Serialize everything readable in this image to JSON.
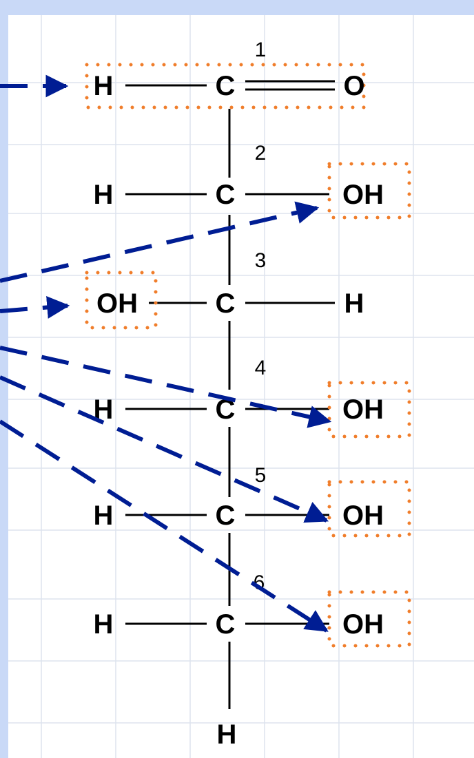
{
  "carbons": [
    {
      "number": "1",
      "left": "H",
      "center": "C",
      "right": "O",
      "double_bond": true
    },
    {
      "number": "2",
      "left": "H",
      "center": "C",
      "right": "OH"
    },
    {
      "number": "3",
      "left": "OH",
      "center": "C",
      "right": "H"
    },
    {
      "number": "4",
      "left": "H",
      "center": "C",
      "right": "OH"
    },
    {
      "number": "5",
      "left": "H",
      "center": "C",
      "right": "OH"
    },
    {
      "number": "6",
      "left": "H",
      "center": "C",
      "right": "OH"
    }
  ],
  "bottom": "H",
  "colors": {
    "background": "#c9d9f7",
    "paper": "#ffffff",
    "grid": "#dde3ee",
    "highlight": "#f07d2a",
    "arrow": "#001d93"
  }
}
